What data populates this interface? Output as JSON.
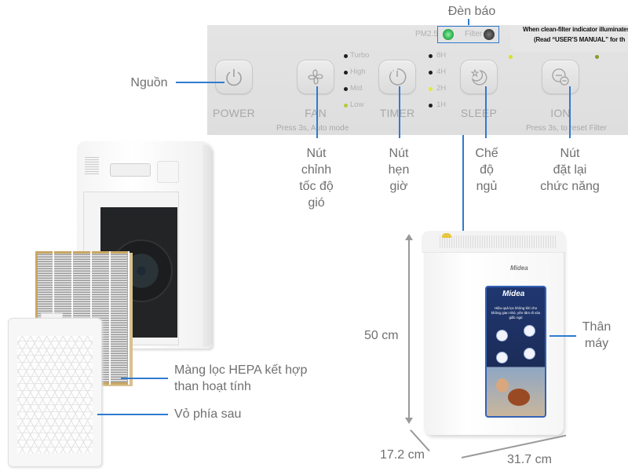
{
  "header_label": "Đèn báo",
  "panel": {
    "indicators": [
      {
        "label": "PM2.5",
        "state": "on",
        "color": "#3fbf5a"
      },
      {
        "label": "Filter",
        "state": "off",
        "color": "#555555"
      }
    ],
    "notice_line1": "When clean-filter indicator illuminates,",
    "notice_line2": "(Read “USER’S MANUAL” for th",
    "buttons": [
      {
        "id": "power",
        "label": "POWER",
        "icon": "power-icon"
      },
      {
        "id": "fan",
        "label": "FAN",
        "icon": "fan-icon"
      },
      {
        "id": "timer",
        "label": "TIMER",
        "icon": "timer-icon"
      },
      {
        "id": "sleep",
        "label": "SLEEP",
        "icon": "moon-star-icon"
      },
      {
        "id": "ion",
        "label": "ION",
        "icon": "ion-icon"
      }
    ],
    "fan_speeds": [
      {
        "label": "Turbo",
        "active": false
      },
      {
        "label": "High",
        "active": false
      },
      {
        "label": "Mid",
        "active": false
      },
      {
        "label": "Low",
        "active": true
      }
    ],
    "timer_options": [
      {
        "label": "8H",
        "active": false
      },
      {
        "label": "4H",
        "active": false
      },
      {
        "label": "2H",
        "active": true
      },
      {
        "label": "1H",
        "active": false
      }
    ],
    "fan_hint": "Press 3s, Auto mode",
    "ion_hint": "Press 3s, to reset Filter",
    "led_active_color": "#d8e02a"
  },
  "callouts": {
    "power": "Nguồn",
    "fan": [
      "Nút",
      "chỉnh",
      "tốc độ",
      "gió"
    ],
    "timer": [
      "Nút",
      "hẹn",
      "giờ"
    ],
    "sleep": [
      "Chế",
      "độ",
      "ngủ"
    ],
    "ion": [
      "Nút",
      "đặt lại",
      "chức năng"
    ],
    "hepa": [
      "Màng lọc HEPA kết hợp",
      "than hoạt tính"
    ],
    "back_cover": "Vỏ phía sau",
    "body": [
      "Thân",
      "máy"
    ]
  },
  "dimensions": {
    "height": "50 cm",
    "depth": "17.2 cm",
    "width": "31.7 cm"
  },
  "product": {
    "brand": "Midea",
    "poster_text": "Hiệu quả lọc không khí cho không gian nhỏ, yên tâm đi vào giấc ngủ"
  },
  "accent_color": "#2f7bd0"
}
